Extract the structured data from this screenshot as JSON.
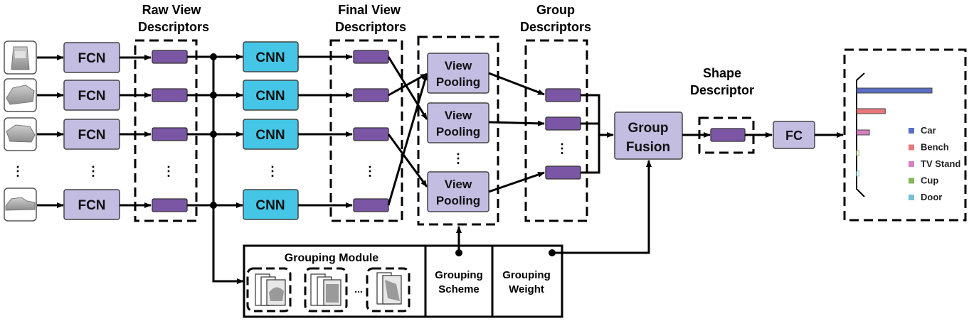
{
  "headers": {
    "raw_view_l1": "Raw View",
    "raw_view_l2": "Descriptors",
    "final_view_l1": "Final View",
    "final_view_l2": "Descriptors",
    "group_l1": "Group",
    "group_l2": "Descriptors",
    "shape_l1": "Shape",
    "shape_l2": "Descriptor"
  },
  "blocks": {
    "fcn": "FCN",
    "cnn": "CNN",
    "view_l1": "View",
    "view_l2": "Pooling",
    "group_fusion_l1": "Group",
    "group_fusion_l2": "Fusion",
    "fc": "FC",
    "dots": "⋮",
    "hdots": "..."
  },
  "grouping": {
    "module": "Grouping Module",
    "scheme_l1": "Grouping",
    "scheme_l2": "Scheme",
    "weight_l1": "Grouping",
    "weight_l2": "Weight"
  },
  "colors": {
    "fcn_fill": "#c3bde2",
    "cnn_fill": "#45c6e6",
    "descriptor_fill": "#7b56a5",
    "pool_fill": "#c3bde2"
  },
  "chart_data": {
    "type": "bar",
    "categories": [
      "Car",
      "Bench",
      "TV Stand",
      "Cup",
      "Door"
    ],
    "values": [
      1.0,
      0.38,
      0.17,
      0.03,
      0.03
    ],
    "colors": [
      "#5b6ec4",
      "#e9777c",
      "#d77fc0",
      "#86b65c",
      "#77bfd6"
    ],
    "legend": "right"
  }
}
